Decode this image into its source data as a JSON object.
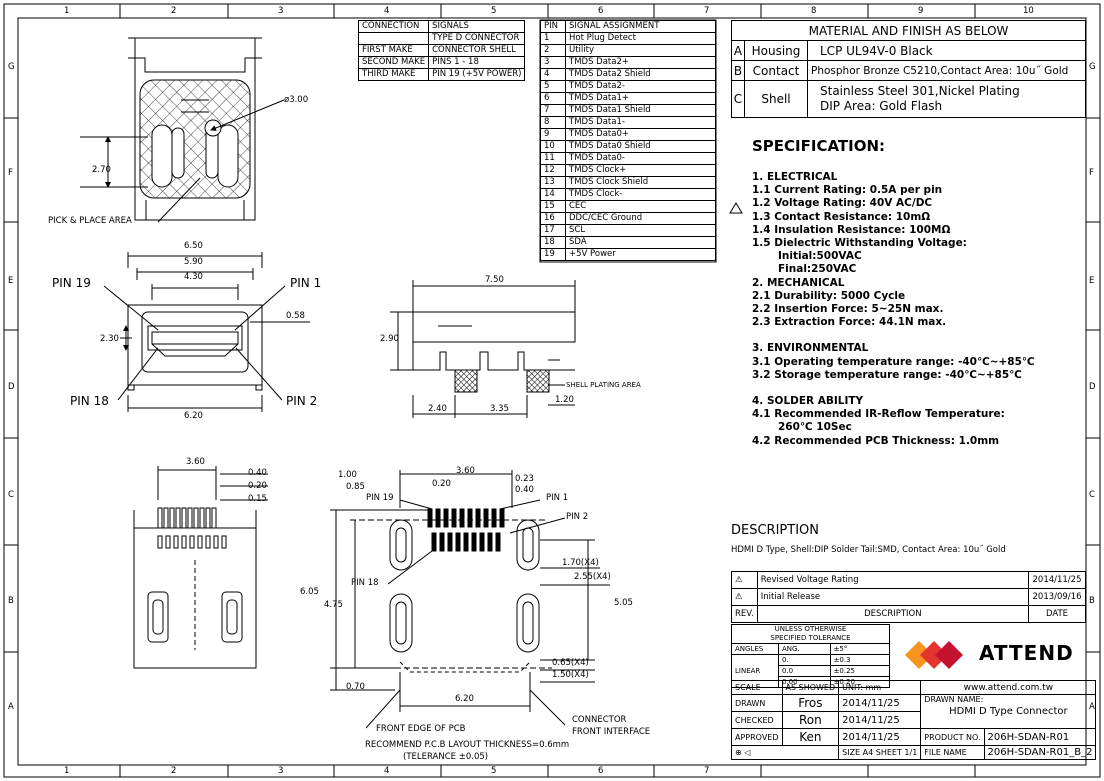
{
  "zones": {
    "cols": [
      "1",
      "2",
      "3",
      "4",
      "5",
      "6",
      "7",
      "8",
      "9",
      "10"
    ],
    "rows": [
      "G",
      "F",
      "E",
      "D",
      "C",
      "B",
      "A"
    ]
  },
  "views": {
    "top": {
      "dia": "ø3.00",
      "h": "2.70",
      "pick": "PICK & PLACE AREA"
    },
    "front": {
      "d1": "6.50",
      "d2": "5.90",
      "d3": "4.30",
      "pin19": "PIN 19",
      "pin1": "PIN 1",
      "d4": "0.58",
      "d5": "2.30",
      "pin18": "PIN 18",
      "pin2": "PIN 2",
      "d6": "6.20"
    },
    "side": {
      "d1": "7.50",
      "d2": "2.90",
      "plating": "SHELL PLATING AREA",
      "d3": "1.20",
      "d4": "2.40",
      "d5": "3.35"
    },
    "bottom": {
      "d1": "3.60",
      "d2": "0.40",
      "d3": "0.20",
      "d4": "0.15"
    },
    "pcb": {
      "d1": "1.00",
      "d2": "3.60",
      "d3": "0.85",
      "d4": "0.20",
      "d5": "0.23",
      "d6": "0.40",
      "pin19": "PIN 19",
      "pin1": "PIN 1",
      "pin2": "PIN 2",
      "d7": "1.70(X4)",
      "d8": "2.55(X4)",
      "pin18": "PIN 18",
      "d9": "6.05",
      "d10": "4.75",
      "d11": "5.05",
      "d12": "0.65(X4)",
      "d13": "1.50(X4)",
      "d14": "0.70",
      "d15": "6.20",
      "front": "FRONT EDGE OF PCB",
      "conn1": "CONNECTOR",
      "conn2": "FRONT INTERFACE",
      "rec": "RECOMMEND P.C.B LAYOUT THICKNESS=0.6mm",
      "tol": "(TELERANCE ±0.05)"
    }
  },
  "conn": {
    "h1": "CONNECTION",
    "h2": "SIGNALS",
    "r0": {
      "1": "TYPE D CONNECTOR"
    },
    "r1": {
      "0": "FIRST MAKE",
      "1": "CONNECTOR SHELL"
    },
    "r2": {
      "0": "SECOND MAKE",
      "1": "PINS 1 - 18"
    },
    "r3": {
      "0": "THIRD MAKE",
      "1": "PIN 19 (+5V POWER)"
    }
  },
  "pins": {
    "h1": "PIN",
    "h2": "SIGNAL ASSIGNMENT",
    "list": [
      {
        "n": "1",
        "s": "Hot Plug Detect"
      },
      {
        "n": "2",
        "s": "Utility"
      },
      {
        "n": "3",
        "s": "TMDS Data2+"
      },
      {
        "n": "4",
        "s": "TMDS Data2 Shield"
      },
      {
        "n": "5",
        "s": "TMDS Data2-"
      },
      {
        "n": "6",
        "s": "TMDS Data1+"
      },
      {
        "n": "7",
        "s": "TMDS Data1 Shield"
      },
      {
        "n": "8",
        "s": "TMDS Data1-"
      },
      {
        "n": "9",
        "s": "TMDS Data0+"
      },
      {
        "n": "10",
        "s": "TMDS Data0 Shield"
      },
      {
        "n": "11",
        "s": "TMDS Data0-"
      },
      {
        "n": "12",
        "s": "TMDS Clock+"
      },
      {
        "n": "13",
        "s": "TMDS Clock Shield"
      },
      {
        "n": "14",
        "s": "TMDS Clock-"
      },
      {
        "n": "15",
        "s": "CEC"
      },
      {
        "n": "16",
        "s": "DDC/CEC Ground"
      },
      {
        "n": "17",
        "s": "SCL"
      },
      {
        "n": "18",
        "s": "SDA"
      },
      {
        "n": "19",
        "s": "+5V Power"
      }
    ]
  },
  "material": {
    "title": "MATERIAL AND FINISH AS BELOW",
    "rows": [
      {
        "k": "A",
        "name": "Housing",
        "val": "LCP UL94V-0 Black"
      },
      {
        "k": "B",
        "name": "Contact",
        "val": "Phosphor Bronze C5210,Contact Area: 10u˝ Gold"
      },
      {
        "k": "C",
        "name": "Shell",
        "val": "Stainless Steel 301,Nickel Plating",
        "val2": "DIP Area: Gold Flash"
      }
    ]
  },
  "spec": {
    "title": "SPECIFICATION:",
    "lines": [
      "1.  ELECTRICAL",
      "1.1  Current Rating:  0.5A per pin",
      "1.2  Voltage Rating:  40V AC/DC",
      "1.3  Contact Resistance:  10mΩ",
      "1.4  Insulation Resistance:  100MΩ",
      "1.5  Dielectric Withstanding Voltage:",
      "Initial:500VAC",
      "Final:250VAC",
      "2. MECHANICAL",
      "2.1  Durability:  5000 Cycle",
      "2.2  Insertion Force:  5~25N max.",
      "2.3  Extraction Force:  44.1N max.",
      "3. ENVIRONMENTAL",
      "3.1  Operating temperature range: -40℃~+85℃",
      "3.2  Storage temperature range:  -40℃~+85℃",
      "4. SOLDER ABILITY",
      "4.1  Recommended IR-Reflow Temperature:",
      "260℃ 10Sec",
      "4.2  Recommended PCB Thickness:  1.0mm"
    ]
  },
  "desc": {
    "title": "DESCRIPTION",
    "text": "HDMI D Type, Shell:DIP  Solder Tail:SMD, Contact Area: 10u˝ Gold"
  },
  "rev": {
    "rows": [
      {
        "d": "Revised Voltage Rating",
        "date": "2014/11/25"
      },
      {
        "d": "Initial Release",
        "date": "2013/09/16"
      }
    ],
    "h": {
      "rev": "REV.",
      "desc": "DESCRIPTION",
      "date": "DATE"
    }
  },
  "tb": {
    "tol1": "UNLESS OTHERWISE",
    "tol2": "SPECIFIED TOLERANCE",
    "angles": "ANGLES",
    "ang": "ANG.",
    "ang_v": "±5°",
    "linear": "LINEAR",
    "l1": "0.",
    "l1v": "±0.3",
    "l2": "0.0",
    "l2v": "±0.25",
    "l3": "0.00",
    "l3v": "±0.20",
    "company": "ATTEND",
    "scale_l": "SCALE",
    "scale_v": "AS SHOWED",
    "unit": "UNIT:  mm",
    "web": "www.attend.com.tw",
    "drawn_l": "DRAWN",
    "drawn_v": "Fros",
    "drawn_d": "2014/11/25",
    "dname_l": "DRAWN NAME:",
    "dname_v": "HDMI D Type Connector",
    "check_l": "CHECKED",
    "check_v": "Ron",
    "check_d": "2014/11/25",
    "appr_l": "APPROVED",
    "appr_v": "Ken",
    "appr_d": "2014/11/25",
    "prod_l": "PRODUCT NO.",
    "prod_v": "206H-SDAN-R01",
    "size_l": "SIZE",
    "size_v": "A4",
    "sheet_l": "SHEET",
    "sheet_v": "1/1",
    "file_l": "FILE NAME",
    "file_v": "206H-SDAN-R01_B_2"
  }
}
